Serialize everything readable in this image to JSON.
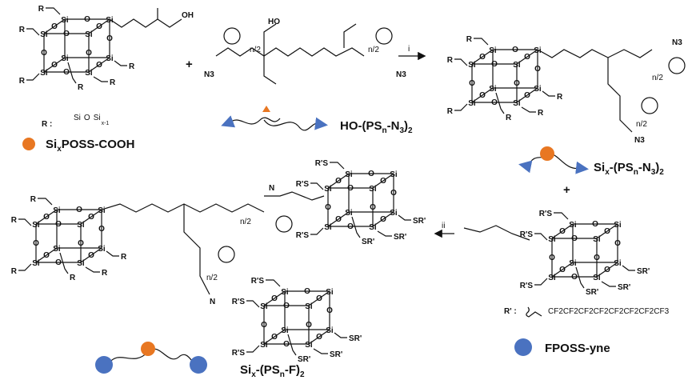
{
  "atoms": {
    "si": "Si",
    "o": "O",
    "r": "R",
    "rs": "R'S",
    "sr": "SR'",
    "n3": "N3",
    "ho": "HO",
    "oh": "OH",
    "n": "N",
    "n2": "n/2"
  },
  "reagents": {
    "poss_cooh": {
      "a": "Si",
      "sub": "x",
      "b": "POSS-COOH"
    },
    "r_def": {
      "label": "R :",
      "unit": "Si",
      "o": "O",
      "end": "Si",
      "sub": "x-1"
    },
    "ho_ps": {
      "a": "HO-(PS",
      "s1": "n",
      "b": "-N",
      "s2": "3",
      "c": ")",
      "s3": "2"
    },
    "six_ps_n3": {
      "a": "Si",
      "s0": "x",
      "b": "-(PS",
      "s1": "n",
      "c": "-N",
      "s2": "3",
      "d": ")",
      "s3": "2"
    },
    "six_ps_f": {
      "a": "Si",
      "s0": "x",
      "b": "-(PS",
      "s1": "n",
      "c": "-F)",
      "s3": "2"
    },
    "fposs_yne": "FPOSS-yne",
    "rprime_def": {
      "label": "R' :",
      "chain": "CF2CF2CF2CF2CF2CF2CF2CF3"
    }
  },
  "operators": {
    "plus": "+",
    "step1": "i",
    "step2": "ii"
  },
  "colors": {
    "orange": "#e87722",
    "blue": "#4a72c0",
    "arrow_blue": "#4a72c0"
  }
}
